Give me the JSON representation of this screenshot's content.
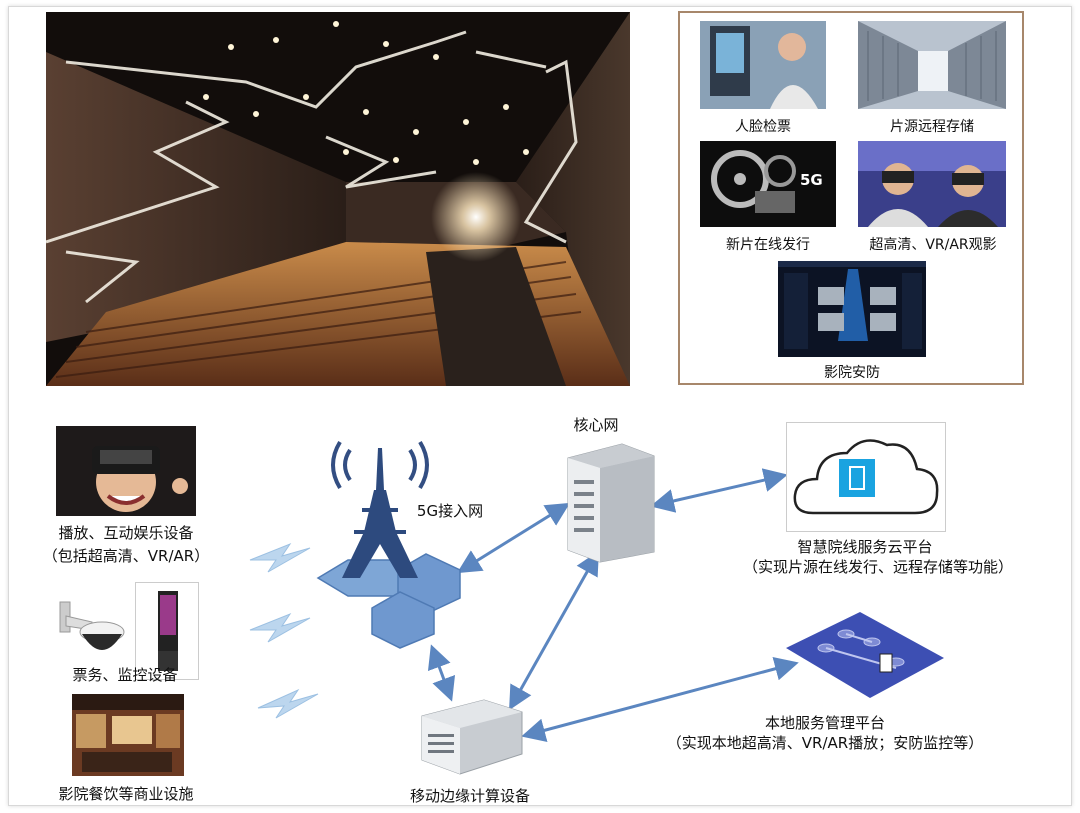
{
  "apps": {
    "face_ticket": "人脸检票",
    "remote_storage": "片源远程存储",
    "online_release": "新片在线发行",
    "vr_ar": "超高清、VR/AR观影",
    "security": "影院安防",
    "five_g_badge": "5G"
  },
  "network": {
    "core_net": "核心网",
    "access_net": "5G接入网",
    "edge_device": "移动边缘计算设备"
  },
  "devices": {
    "entertainment_line1": "播放、互动娱乐设备",
    "entertainment_line2": "（包括超高清、VR/AR）",
    "ticketing": "票务、监控设备",
    "dining": "影院餐饮等商业设施"
  },
  "platforms": {
    "cloud_title": "智慧院线服务云平台",
    "cloud_desc": "（实现片源在线发行、远程存储等功能）",
    "local_title": "本地服务管理平台",
    "local_desc": "（实现本地超高清、VR/AR播放；安防监控等）"
  },
  "colors": {
    "accent_blue": "#5b86c0",
    "hex_blue": "#6f98cf",
    "panel_border": "#a7876b",
    "cloud_icon": "#1aa3e0"
  }
}
